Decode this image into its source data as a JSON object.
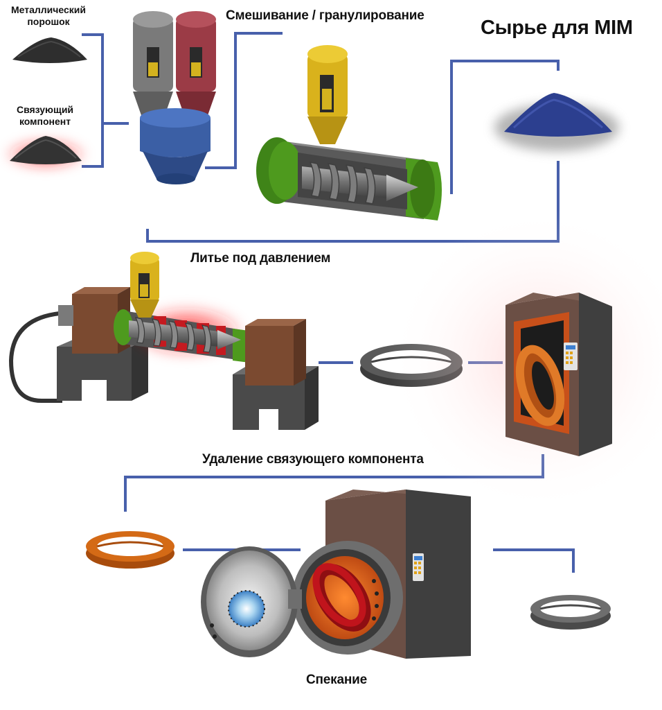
{
  "title": "Сырье для MIM",
  "labels": {
    "metal_powder": "Металлический порошок",
    "binder": "Связующий компонент",
    "mixing": "Смешивание / гранулирование",
    "injection": "Литье под давлением",
    "debinding": "Удаление связующего компонента",
    "sintering": "Спекание"
  },
  "colors": {
    "connector": "#4860ab",
    "mixer_grey": "#7a7a7a",
    "mixer_red": "#9b3b46",
    "mixer_blue": "#3b5fa5",
    "hopper_yellow": "#d9b21c",
    "barrel_green": "#4e9a1e",
    "feedstock_blue": "#2c3f8f",
    "oven_brown": "#6b4f45",
    "ring_orange": "#d46a16",
    "ring_red": "#c0141c",
    "ring_grey": "#6a6a6a"
  }
}
